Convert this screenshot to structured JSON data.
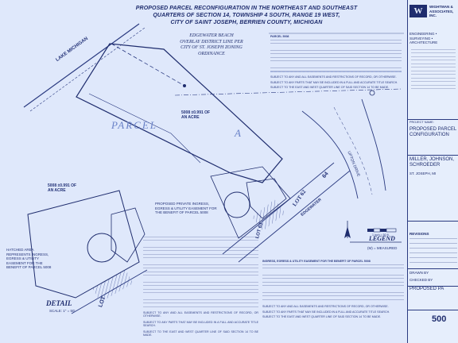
{
  "title": {
    "line1": "PROPOSED PARCEL RECONFIGURATION IN THE NORTHEAST AND SOUTHEAST",
    "line2": "QUARTERS OF SECTION 14, TOWNSHIP 4 SOUTH, RANGE 19 WEST,",
    "line3": "CITY OF SAINT JOSEPH, BERRIEN COUNTY, MICHIGAN"
  },
  "plan_labels": {
    "lake": "LAKE MICHIGAN",
    "overlay": "EDGEWATER BEACH OVERLAY DISTRICT LINE PER CITY OF ST. JOSEPH ZONING ORDINANCE",
    "parcel": "PARCEL",
    "parcel_letter": "A",
    "parcel_a_area": "5008 ±0.991 OF AN ACRE",
    "detail_area": "5008 ±0.991 OF AN ACRE",
    "upton_drive": "UPTON DRIVE",
    "lot_62": "LOT 62",
    "lot_63": "LOT 63",
    "lot_64": "64",
    "lot_det": "LOT",
    "edgewater": "EDGEWATER",
    "easement_note": "PROPOSED PRIVATE INGRESS, EGRESS & UTILITY EASEMENT FOR THE BENEFIT OF PARCEL 5008",
    "hatch_note": "HATCHED AREA REPRESENTS INGRESS, EGRESS & UTILITY EASEMENT FOR THE BENEFIT OF PARCEL 5008",
    "detail": "DETAIL",
    "detail_scale": "SCALE: 1\" = 50'",
    "legend": "LEGEND",
    "scale_text": "1 inch = 50 ft.",
    "measured": "(M) = MEASURED"
  },
  "notes": {
    "description_header": "PARCEL 5008",
    "subject_lines": [
      "SUBJECT TO ANY AND ALL EASEMENTS AND RESTRICTIONS OF RECORD, OR OTHERWISE.",
      "SUBJECT TO ANY PARTS THAT MAY BE INCLUDED IN A FULL AND ACCURATE TITLE SEARCH.",
      "SUBJECT TO THE EAST AND WEST QUARTER LINE OF SAID SECTION 14 TO BE MADE."
    ],
    "easement_header": "INGRESS, EGRESS & UTILITY EASEMENT FOR THE BENEFIT OF PARCEL 5008"
  },
  "title_block": {
    "logo": "W",
    "firm": "WIGHTMAN & ASSOCIATES, INC.",
    "disciplines": "ENGINEERING • SURVEYING • ARCHITECTURE",
    "project_name_label": "PROJECT NAME:",
    "project_name": "PROPOSED PARCEL CONFIGURATION",
    "client": "MILLER, JOHNSON, SCHROEDER",
    "client_addr": "ST. JOSEPH, MI",
    "revisions": "REVISIONS",
    "drawn": "DRAWN BY",
    "checked": "CHECKED BY",
    "status": "PROPOSED PA",
    "sheet_no": "500"
  }
}
